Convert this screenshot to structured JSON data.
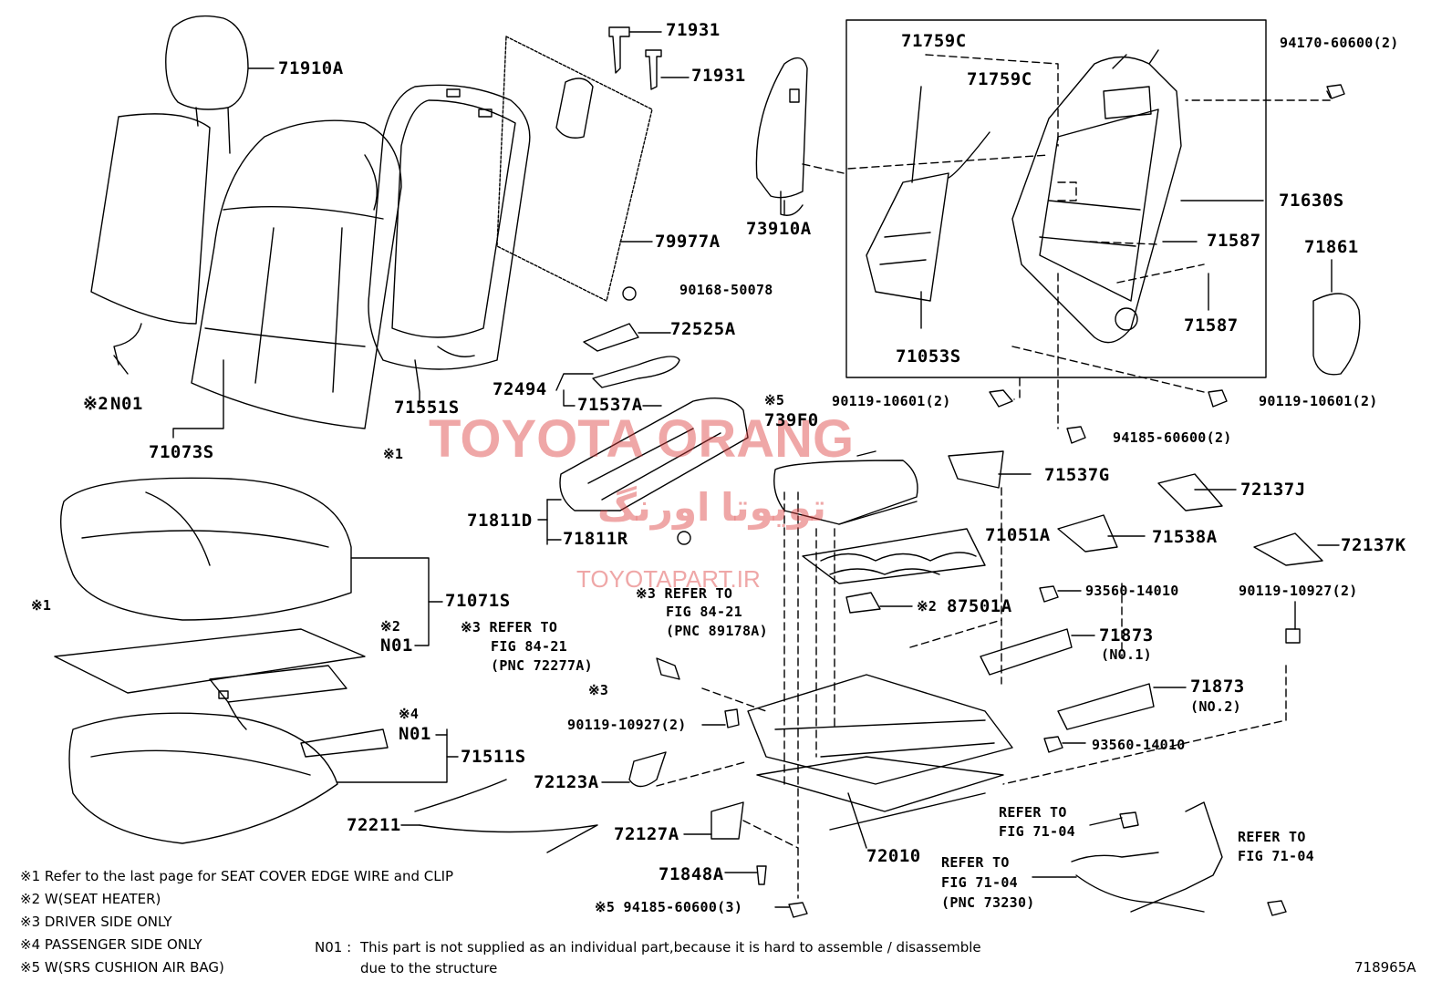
{
  "watermark": {
    "title": "TOYOTA ORANG",
    "arabic": "تویوتا اورنگ",
    "url": "TOYOTAPART.IR",
    "color": "#dc3c3c"
  },
  "labels": {
    "p71910A": "71910A",
    "p71931a": "71931",
    "p71931b": "71931",
    "p79977A": "79977A",
    "p90168": "90168-50078",
    "p72525A": "72525A",
    "p72494": "72494",
    "p71537A": "71537A",
    "p71551S": "71551S",
    "p71073S": "71073S",
    "n01_a": "N01",
    "x2_a": "※2",
    "x1_a": "※1",
    "x1_b": "※1",
    "p71811D": "71811D",
    "p71811R": "71811R",
    "p71071S": "71071S",
    "x2_b": "※2",
    "n01_b": "N01",
    "x4": "※4",
    "n01_c": "N01",
    "p71511S": "71511S",
    "p72211": "72211",
    "p73910A": "73910A",
    "p71759Ca": "71759C",
    "p71759Cb": "71759C",
    "p71053S": "71053S",
    "p71630S": "71630S",
    "p71587a": "71587",
    "p71587b": "71587",
    "p71861": "71861",
    "p94170": "94170-60600(2)",
    "p90119a": "90119-10601(2)",
    "p90119b": "90119-10601(2)",
    "p94185a": "94185-60600(2)",
    "x5_a": "※5",
    "p739F0": "739F0",
    "p71537G": "71537G",
    "p72137J": "72137J",
    "p71538A": "71538A",
    "p71051A": "71051A",
    "p72137K": "72137K",
    "p93560a": "93560-14010",
    "p90119c": "90119-10927(2)",
    "x2_c": "※2",
    "p87501A": "87501A",
    "p71873a": "71873",
    "no1": "(NO.1)",
    "p71873b": "71873",
    "no2": "(NO.2)",
    "p93560b": "93560-14010",
    "ref1a": "※3 REFER TO",
    "ref1b": "FIG 84-21",
    "ref1c": "(PNC 89178A)",
    "ref2a": "※3 REFER TO",
    "ref2b": "FIG 84-21",
    "ref2c": "(PNC 72277A)",
    "x3": "※3",
    "p90119d": "90119-10927(2)",
    "p72123A": "72123A",
    "p72127A": "72127A",
    "p71848A": "71848A",
    "p94185b": "※5 94185-60600(3)",
    "p72010": "72010",
    "ref3a": "REFER TO",
    "ref3b": "FIG 71-04",
    "ref4a": "REFER TO",
    "ref4b": "FIG 71-04",
    "ref4c": "(PNC 73230)",
    "ref5a": "REFER TO",
    "ref5b": "FIG 71-04"
  },
  "notes": [
    "※1  Refer to the last page for SEAT COVER EDGE WIRE and CLIP",
    "※2  W(SEAT  HEATER)",
    "※3  DRIVER SIDE ONLY",
    "※4  PASSENGER SIDE ONLY",
    "※5  W(SRS CUSHION AIR BAG)"
  ],
  "n01_note": {
    "key": "N01 :",
    "line1": "This part is not supplied as an individual part,because it is hard to assemble / disassemble",
    "line2": "due to the structure"
  },
  "figure_id": "718965A"
}
